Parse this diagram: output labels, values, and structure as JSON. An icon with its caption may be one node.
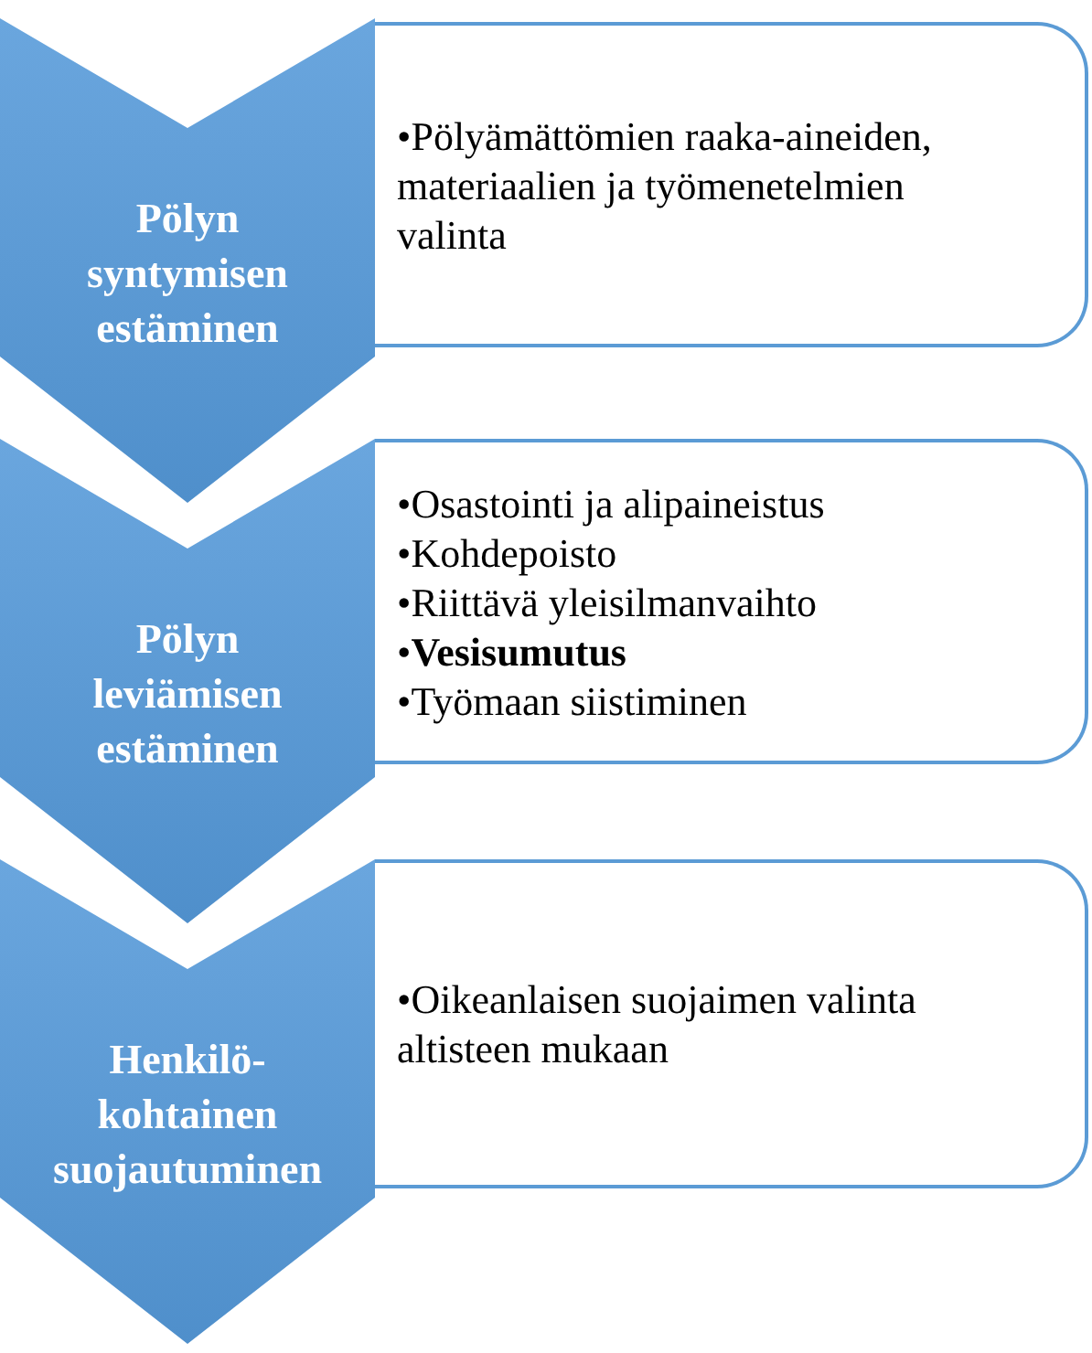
{
  "diagram": {
    "nodes": [
      {
        "text": [
          "Pölyn syntymisen estäminen"
        ]
      },
      {
        "text": [
          "•Pölyämättömien raaka-aineiden, materiaalien ja työmenetelmien valinta"
        ]
      },
      {
        "text": [
          "Pölyn leviämisen estäminen"
        ]
      },
      {
        "text": [
          "•Osastointi ja alipaineistus",
          "•Kohdepoisto",
          "•Riittävä yleisilmanvaihto",
          "•**Vesisumutus**",
          "•Työmaan siistiminen"
        ]
      },
      {
        "text": [
          "Henkilö-kohtainen suojautuminen"
        ]
      },
      {
        "text": [
          "•Oikeanlaisen suojaimen valinta altisteen mukaan"
        ]
      }
    ]
  }
}
